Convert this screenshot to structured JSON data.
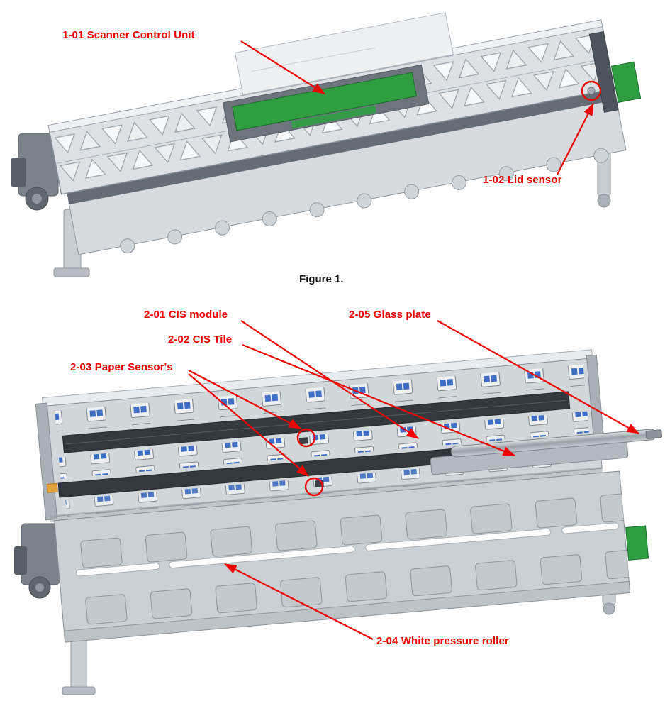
{
  "colors": {
    "annotation_red": "#f10000",
    "caption_black": "#151515",
    "pcb_green": "#2f9e41",
    "connector_green": "#2f9e41"
  },
  "figure1": {
    "caption": "Figure 1.",
    "callouts": [
      {
        "id": "1-01",
        "label": "1-01 Scanner Control Unit"
      },
      {
        "id": "1-02",
        "label": "1-02 Lid sensor"
      }
    ]
  },
  "figure2": {
    "callouts": [
      {
        "id": "2-01",
        "label": "2-01 CIS module"
      },
      {
        "id": "2-02",
        "label": "2-02 CIS Tile"
      },
      {
        "id": "2-03",
        "label": "2-03 Paper Sensor's"
      },
      {
        "id": "2-04",
        "label": "2-04 White pressure roller"
      },
      {
        "id": "2-05",
        "label": "2-05 Glass plate"
      }
    ]
  }
}
